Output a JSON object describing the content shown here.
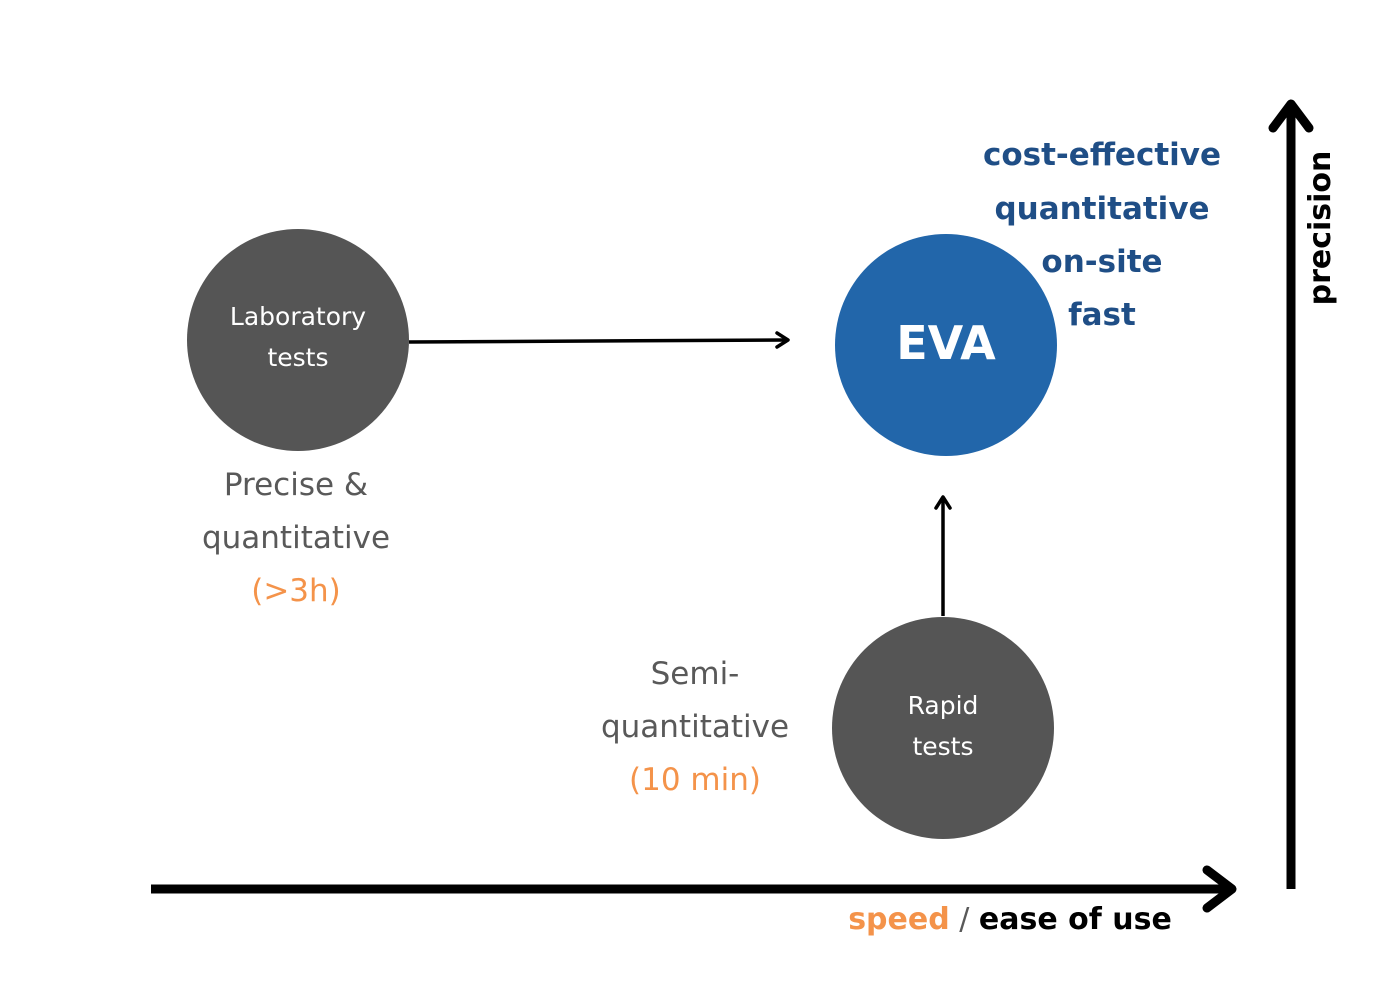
{
  "colors": {
    "gray_circle": "#555555",
    "eva_circle": "#2266aa",
    "gray_text": "#595959",
    "orange": "#f4934a",
    "blue_text": "#1f4e86",
    "axis": "#000000"
  },
  "lab": {
    "label_line1": "Laboratory",
    "label_line2": "tests",
    "desc_line1": "Precise &",
    "desc_line2": "quantitative",
    "time": "(>3h)"
  },
  "eva": {
    "label": "EVA",
    "attributes": [
      "cost-effective",
      "quantitative",
      "on-site",
      "fast"
    ]
  },
  "rapid": {
    "label_line1": "Rapid",
    "label_line2": "tests",
    "desc_line1": "Semi-",
    "desc_line2": "quantitative",
    "time": "(10 min)"
  },
  "axes": {
    "x_label_part1": "speed",
    "x_label_separator": " / ",
    "x_label_part2": "ease of use",
    "y_label": "precision"
  }
}
